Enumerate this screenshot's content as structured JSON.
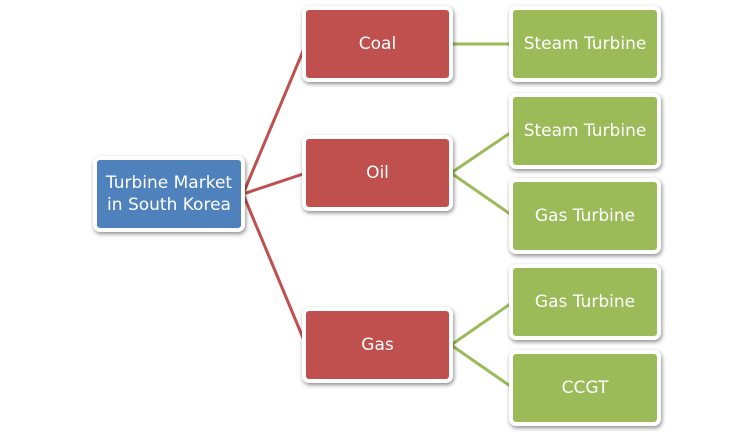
{
  "colors": {
    "root_fill": "#4f81bd",
    "category_fill": "#c0504d",
    "leaf_fill": "#9bbb59",
    "root_connector": "#c0504d",
    "leaf_connector": "#9bbb59",
    "text": "#ffffff"
  },
  "diagram": {
    "type": "horizontal-tree",
    "root": {
      "label_line1": "Turbine Market",
      "label_line2": "in South Korea"
    },
    "categories": [
      {
        "label": "Coal",
        "children": [
          {
            "label": "Steam Turbine"
          }
        ]
      },
      {
        "label": "Oil",
        "children": [
          {
            "label": "Steam Turbine"
          },
          {
            "label": "Gas Turbine"
          }
        ]
      },
      {
        "label": "Gas",
        "children": [
          {
            "label": "Gas Turbine"
          },
          {
            "label": "CCGT"
          }
        ]
      }
    ]
  }
}
